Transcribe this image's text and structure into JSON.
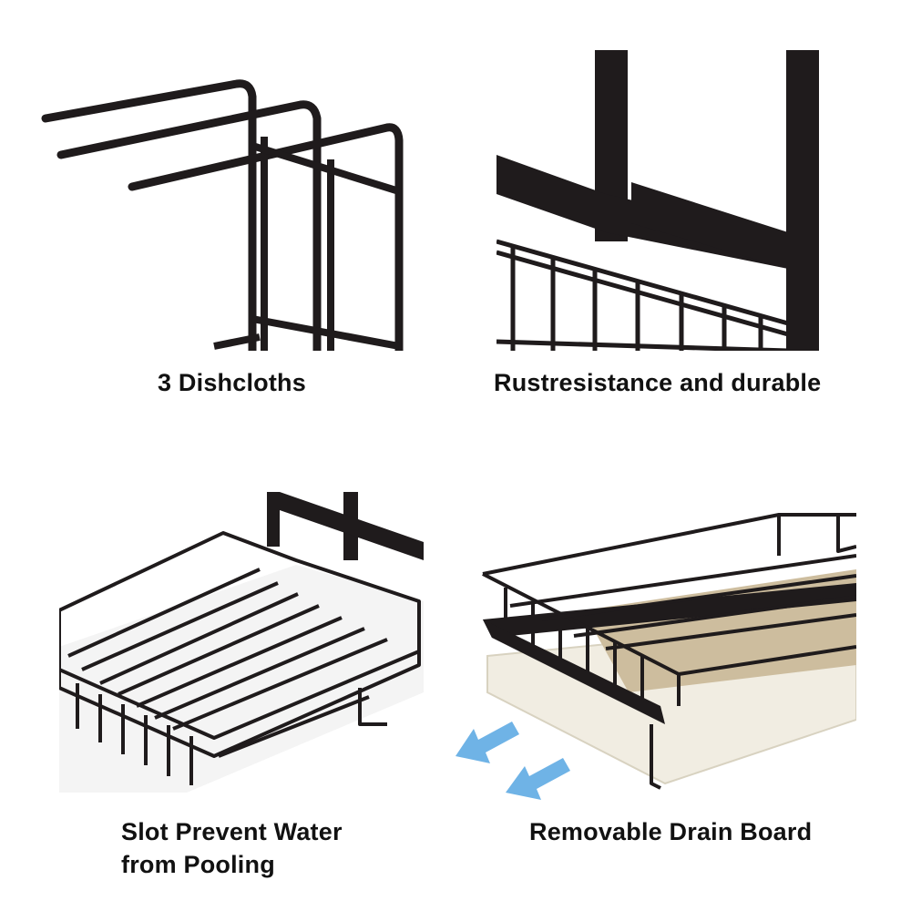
{
  "panels": [
    {
      "caption": [
        "3 Dishcloths"
      ],
      "illustration": "dishcloth-bars"
    },
    {
      "caption": [
        "Rustresistance and durable"
      ],
      "illustration": "rack-closeup"
    },
    {
      "caption": [
        "Slot Prevent Water",
        "from Pooling"
      ],
      "illustration": "basket-slots"
    },
    {
      "caption": [
        "Removable Drain Board"
      ],
      "illustration": "drain-board"
    }
  ],
  "colors": {
    "metal": "#1f1b1c",
    "background": "#ffffff",
    "tray": "#f1ede2",
    "board_beige": "#cdbd9e",
    "arrow": "#6fb3e6",
    "text": "#111111"
  }
}
